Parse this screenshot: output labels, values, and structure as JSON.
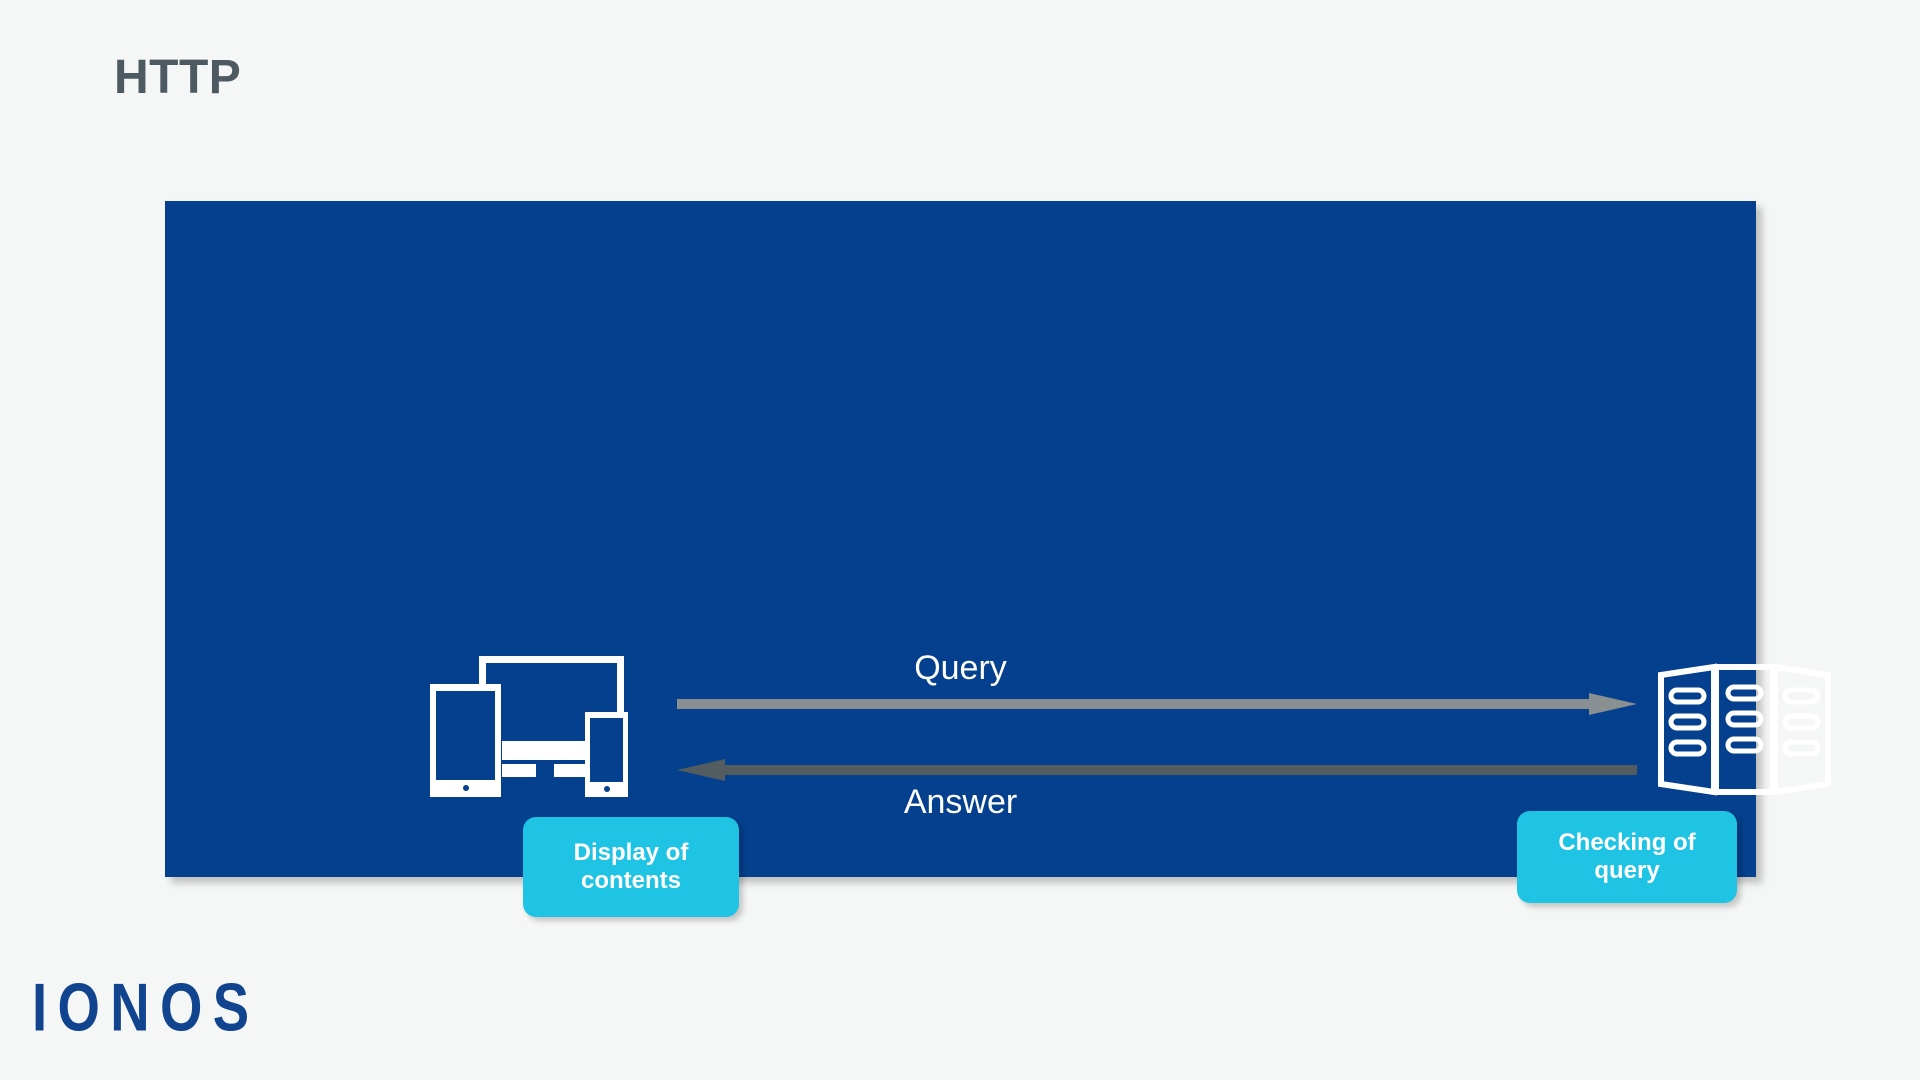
{
  "page": {
    "title": "HTTP",
    "background_color": "#f5f6f6",
    "title_color": "#4e5a61"
  },
  "diagram": {
    "panel_color": "#04408d",
    "client": {
      "icon": "devices-cluster-icon",
      "devices": [
        "tablet-icon",
        "monitor-icon",
        "phone-icon"
      ],
      "callout_label": "Display of\ncontents",
      "callout_line1": "Display of",
      "callout_line2": "contents",
      "callout_color": "#1fc3e3"
    },
    "server": {
      "icon": "server-rack-icon",
      "callout_label": "Checking of\nquery",
      "callout_line1": "Checking of",
      "callout_line2": "query",
      "callout_color": "#1fc3e3"
    },
    "flows": [
      {
        "id": "query",
        "label": "Query",
        "direction": "client-to-server",
        "color": "#8a8f91"
      },
      {
        "id": "answer",
        "label": "Answer",
        "direction": "server-to-client",
        "color": "#535c5f"
      }
    ]
  },
  "brand": {
    "name": "IONOS",
    "color": "#11448f"
  }
}
